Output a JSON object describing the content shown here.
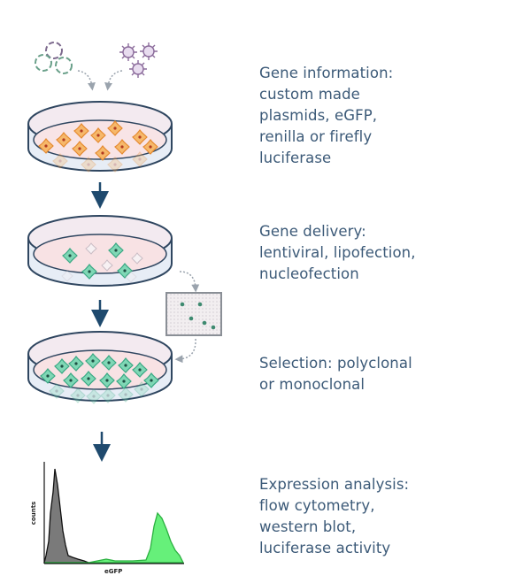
{
  "steps": [
    {
      "id": "gene-information",
      "text": "Gene information:\ncustom made\nplasmids, eGFP,\nrenilla or firefly\nluciferase"
    },
    {
      "id": "gene-delivery",
      "text": "Gene delivery:\nlentiviral, lipofection,\nnucleofection"
    },
    {
      "id": "selection",
      "text": "Selection: polyclonal\nor monoclonal"
    },
    {
      "id": "expression-analysis",
      "text": "Expression analysis:\nflow cytometry,\nwestern blot,\nluciferase activity"
    }
  ],
  "histogram": {
    "xlabel": "eGFP",
    "ylabel": "counts"
  },
  "colors": {
    "text": "#3c5a78",
    "arrow": "#1f4a6e",
    "dish_outline": "#2f4660",
    "cell_orange": "#f0a050",
    "cell_green": "#5fc4a0",
    "hist_gray": "#7a7a7a",
    "hist_green": "#66f07a"
  }
}
